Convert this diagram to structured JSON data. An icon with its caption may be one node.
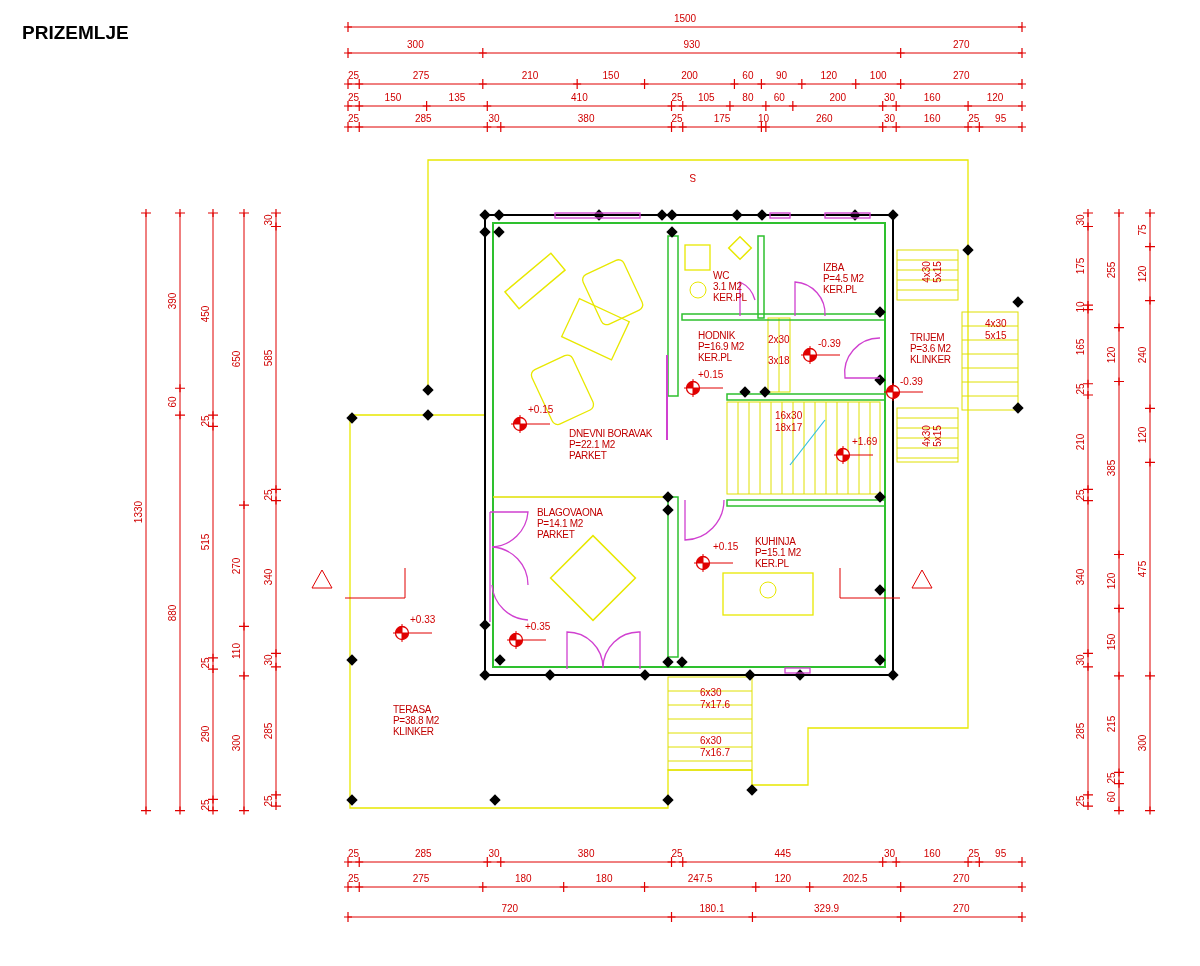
{
  "diagram": {
    "title": "PRIZEMLJE",
    "nodes": [
      {
        "text": [
          "WC",
          "3.1 M2",
          "KER.PL"
        ]
      },
      {
        "text": [
          "IZBA",
          "P=4.5 M2",
          "KER.PL"
        ]
      },
      {
        "text": [
          "HODNIK",
          "P=16.9 M2",
          "KER.PL"
        ]
      },
      {
        "text": [
          "TRIJEM",
          "P=3.6 M2",
          "KLINKER"
        ]
      },
      {
        "text": [
          "DNEVNI BORAVAK",
          "P=22.1 M2",
          "PARKET"
        ]
      },
      {
        "text": [
          "BLAGOVAONA",
          "P=14.1 M2",
          "PARKET"
        ]
      },
      {
        "text": [
          "KUHINJA",
          "P=15.1 M2",
          "KER.PL"
        ]
      },
      {
        "text": [
          "TERASA",
          "P=38.8 M2",
          "KLINKER"
        ]
      }
    ],
    "labels": [
      "1500",
      "300",
      "930",
      "270",
      "25",
      "275",
      "210",
      "150",
      "200",
      "60",
      "90",
      "120",
      "100",
      "270",
      "25",
      "150",
      "135",
      "410",
      "25",
      "105",
      "80",
      "60",
      "200",
      "30",
      "160",
      "120",
      "25",
      "285",
      "30",
      "380",
      "25",
      "175",
      "10",
      "260",
      "30",
      "160",
      "25",
      "95",
      "S",
      "4x30",
      "5x15",
      "2x30",
      "3x18",
      "-0.39",
      "4x30",
      "5x15",
      "+0.15",
      "-0.39",
      "+0.15",
      "16x30",
      "18x17",
      "4x30",
      "5x15",
      "+1.69",
      "+0.15",
      "+0.33",
      "+0.35",
      "6x30",
      "7x17.6",
      "6x30",
      "7x16.7",
      "1330",
      "390",
      "60",
      "880",
      "450",
      "25",
      "515",
      "25",
      "290",
      "25",
      "650",
      "270",
      "110",
      "300",
      "30",
      "585",
      "25",
      "340",
      "30",
      "285",
      "25",
      "30",
      "175",
      "10",
      "165",
      "25",
      "210",
      "25",
      "340",
      "30",
      "285",
      "25",
      "255",
      "120",
      "385",
      "120",
      "150",
      "215",
      "25",
      "60",
      "75",
      "120",
      "240",
      "120",
      "475",
      "300",
      "25",
      "285",
      "30",
      "380",
      "25",
      "445",
      "30",
      "160",
      "25",
      "95",
      "25",
      "275",
      "180",
      "180",
      "247.5",
      "120",
      "202.5",
      "270",
      "720",
      "180.1",
      "329.9",
      "270"
    ]
  }
}
